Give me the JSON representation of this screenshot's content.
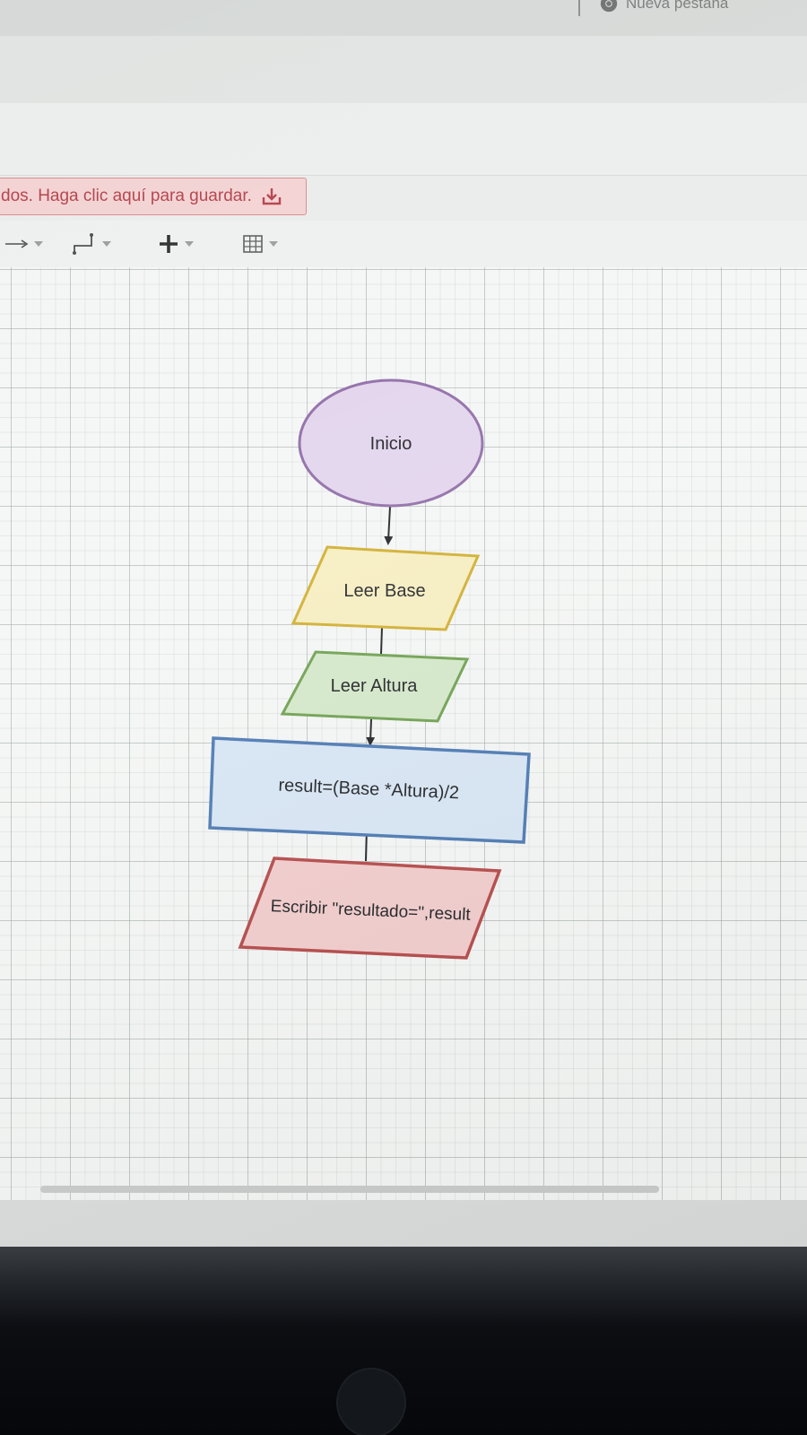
{
  "browser": {
    "new_tab_label": "Nueva pestaña"
  },
  "notice": {
    "text": "dos. Haga clic aquí para guardar."
  },
  "toolbar": {
    "tools": [
      "connector-arrow",
      "waypoint-style",
      "insert-plus",
      "table-grid"
    ]
  },
  "flowchart": {
    "nodes": [
      {
        "id": "start",
        "shape": "ellipse",
        "label": "Inicio",
        "fill": "#e2d4ec",
        "stroke": "#8e6aa6"
      },
      {
        "id": "read-base",
        "shape": "parallelogram",
        "label": "Leer Base",
        "fill": "#f6edbf",
        "stroke": "#d0ad2c"
      },
      {
        "id": "read-height",
        "shape": "parallelogram",
        "label": "Leer Altura",
        "fill": "#d4e8c9",
        "stroke": "#6d9f4e"
      },
      {
        "id": "compute",
        "shape": "rectangle",
        "label": "result=(Base *Altura)/2",
        "fill": "#d7e5f4",
        "stroke": "#4a78b2"
      },
      {
        "id": "output",
        "shape": "parallelogram",
        "label": "Escribir \"resultado=\",result",
        "fill": "#f2cccc",
        "stroke": "#b44848"
      }
    ]
  },
  "colors": {
    "notice_text": "#b4414a",
    "notice_bg": "#f3d2d3"
  }
}
